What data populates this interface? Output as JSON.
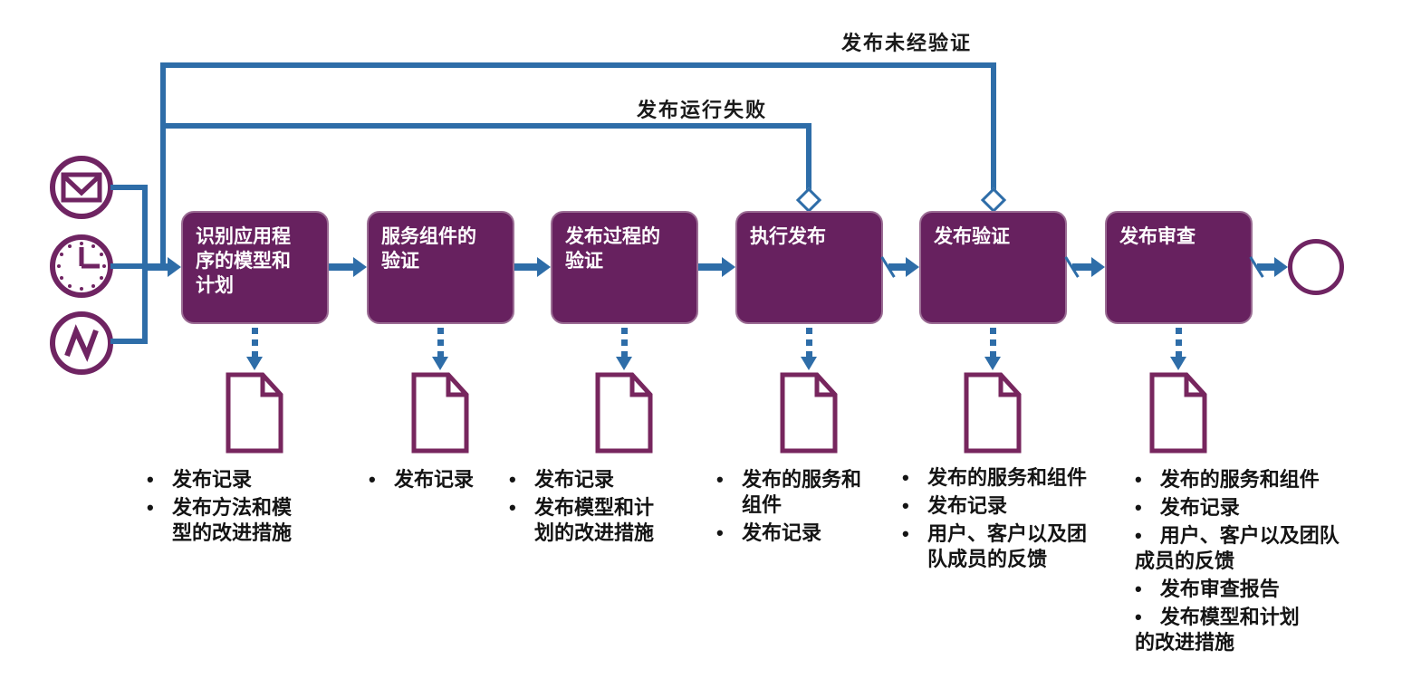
{
  "diagram": {
    "type": "process-flow",
    "language": "zh-CN",
    "colors": {
      "box_fill": "#67215F",
      "flow_blue": "#2E6DA8",
      "icon_purple": "#6F2462",
      "label_text": "#1A1A1A",
      "box_text": "#FFFFFF"
    },
    "loops": [
      {
        "label": "发布未经验证"
      },
      {
        "label": "发布运行失败"
      }
    ],
    "inputs": [
      {
        "icon": "message-icon"
      },
      {
        "icon": "clock-icon"
      },
      {
        "icon": "signal-icon"
      }
    ],
    "steps": [
      {
        "label": "识别应用程\n序的模型和\n计划",
        "outputs": [
          "发布记录",
          "发布方法和模\n型的改进措施"
        ]
      },
      {
        "label": "服务组件的\n验证",
        "outputs": [
          "发布记录"
        ]
      },
      {
        "label": "发布过程的\n验证",
        "outputs": [
          "发布记录",
          "发布模型和计\n划的改进措施"
        ]
      },
      {
        "label": "执行发布",
        "outputs": [
          "发布的服务和\n组件",
          "发布记录"
        ]
      },
      {
        "label": "发布验证",
        "outputs": [
          "发布的服务和组件",
          "发布记录",
          "用户、客户以及团\n队成员的反馈"
        ]
      },
      {
        "label": "发布审查",
        "outputs": [
          "发布的服务和组件",
          "发布记录",
          "用户、客户以及团队\n成员的反馈",
          "发布审查报告",
          "发布模型和计划\n的改进措施"
        ]
      }
    ],
    "end_event": {
      "shape": "circle"
    }
  }
}
